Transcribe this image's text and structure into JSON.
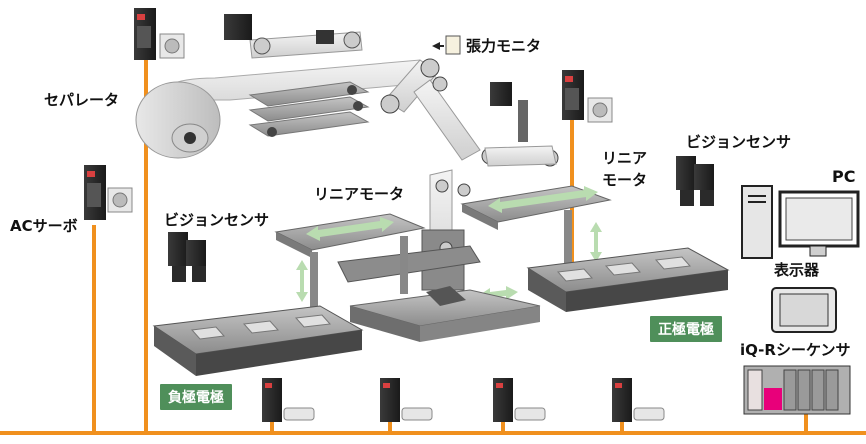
{
  "labels": {
    "separator": "セパレータ",
    "tension_monitor": "張力モニタ",
    "ac_servo": "ACサーボ",
    "linear_motor_center": "リニアモータ",
    "linear_motor_right_line1": "リニア",
    "linear_motor_right_line2": "モータ",
    "vision_sensor_left": "ビジョンセンサ",
    "vision_sensor_right": "ビジョンセンサ",
    "pc": "PC",
    "display": "表示器",
    "sequencer": "iQ-Rシーケンサ"
  },
  "tags": {
    "negative_electrode": "負極電極",
    "positive_electrode": "正極電極"
  },
  "colors": {
    "network": "#f0901e",
    "electrode_tag": "#4f8f5a",
    "arrow_green": "#b9dcb0",
    "machine_gray": "#9a9a9a",
    "servo_red": "#d94040",
    "sequencer_pink": "#e8007a"
  }
}
